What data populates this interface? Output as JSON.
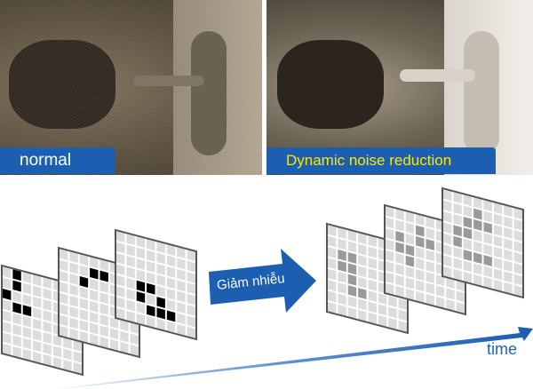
{
  "labels": {
    "normal": "normal",
    "dynamic": "Dynamic noise reduction",
    "arrow": "Giảm nhiễu",
    "time": "time"
  },
  "colors": {
    "blue": "#1c5fb0",
    "yellow_text": "#ffe600",
    "pixel_dark": "#000000",
    "pixel_reduced": "#9a9a9a"
  },
  "frames_before": [
    [
      [
        2,
        4
      ],
      [
        2,
        5
      ],
      [
        3,
        4
      ],
      [
        3,
        6
      ],
      [
        4,
        5
      ],
      [
        4,
        6
      ],
      [
        5,
        6
      ]
    ],
    [
      [
        2,
        2
      ],
      [
        3,
        1
      ],
      [
        4,
        1
      ]
    ],
    [
      [
        1,
        0
      ],
      [
        1,
        1
      ],
      [
        0,
        2
      ],
      [
        1,
        3
      ],
      [
        2,
        3
      ]
    ]
  ],
  "frames_after": [
    [
      [
        1,
        3
      ],
      [
        1,
        4
      ],
      [
        2,
        2
      ],
      [
        2,
        3
      ],
      [
        2,
        5
      ],
      [
        3,
        1
      ],
      [
        3,
        2
      ],
      [
        3,
        5
      ],
      [
        4,
        2
      ],
      [
        4,
        5
      ]
    ],
    [
      [
        1,
        2
      ],
      [
        1,
        3
      ],
      [
        2,
        3
      ],
      [
        2,
        4
      ],
      [
        3,
        1
      ],
      [
        3,
        2
      ],
      [
        4,
        2
      ]
    ],
    [
      [
        1,
        2
      ],
      [
        1,
        3
      ],
      [
        2,
        2
      ],
      [
        2,
        3
      ],
      [
        2,
        4
      ],
      [
        2,
        5
      ],
      [
        3,
        5
      ]
    ]
  ]
}
